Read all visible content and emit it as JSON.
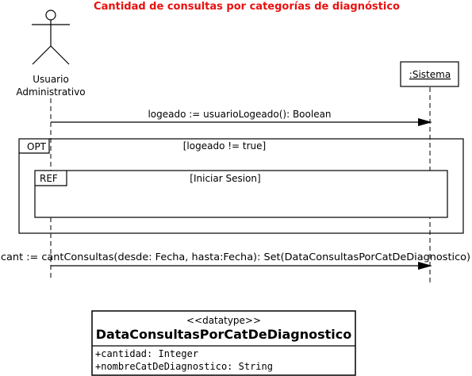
{
  "title": "Cantidad de consultas por categorías de diagnóstico",
  "actor": {
    "label_line1": "Usuario",
    "label_line2": "Administrativo"
  },
  "system": {
    "label": ":Sistema"
  },
  "messages": [
    {
      "text": "logeado := usuarioLogeado(): Boolean"
    },
    {
      "text": "cant :=  cantConsultas(desde: Fecha, hasta:Fecha): Set(DataConsultasPorCatDeDiagnostico)"
    }
  ],
  "opt_fragment": {
    "operator": "OPT",
    "guard": "[logeado != true]"
  },
  "ref_fragment": {
    "operator": "REF",
    "guard": "[Iniciar Sesion]"
  },
  "datatype": {
    "stereotype": "<<datatype>>",
    "name": "DataConsultasPorCatDeDiagnostico",
    "attributes": [
      "+cantidad: Integer",
      "+nombreCatDeDiagnostico: String"
    ]
  },
  "colors": {
    "title": "#e8110f",
    "line": "#000000",
    "background": "#ffffff"
  }
}
